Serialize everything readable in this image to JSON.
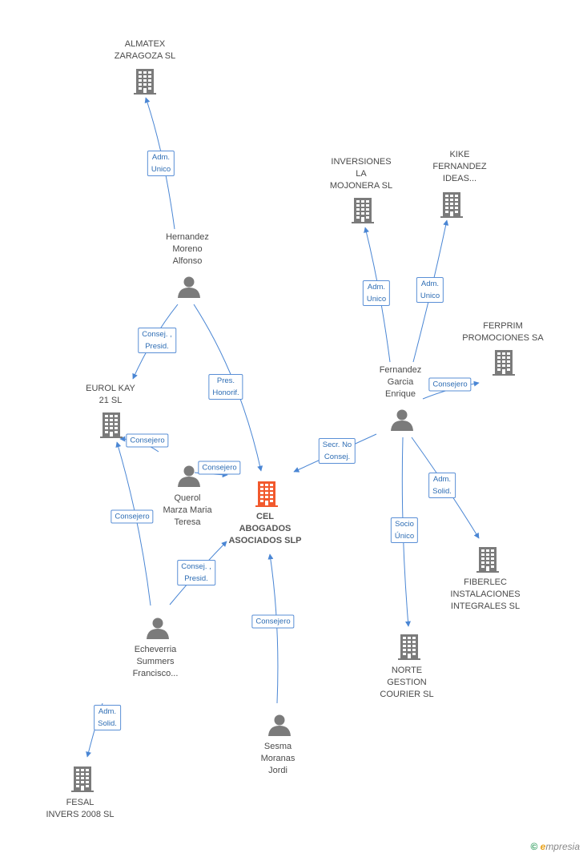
{
  "colors": {
    "edge": "#4a86d4",
    "node": "#7b7b7b",
    "main": "#f2592d"
  },
  "nodes": [
    {
      "id": "almatex",
      "type": "company",
      "label": "ALMATEX\nZARAGOZA  SL"
    },
    {
      "id": "hernandez",
      "type": "person",
      "label": "Hernandez\nMoreno\nAlfonso"
    },
    {
      "id": "inversiones",
      "type": "company",
      "label": "INVERSIONES\nLA\nMOJONERA  SL"
    },
    {
      "id": "kike",
      "type": "company",
      "label": "KIKE\nFERNANDEZ\nIDEAS..."
    },
    {
      "id": "ferprim",
      "type": "company",
      "label": "FERPRIM\nPROMOCIONES SA"
    },
    {
      "id": "fernandez",
      "type": "person",
      "label": "Fernandez\nGarcia\nEnrique"
    },
    {
      "id": "eurol",
      "type": "company",
      "label": "EUROL KAY\n21 SL"
    },
    {
      "id": "querol",
      "type": "person",
      "label": "Querol\nMarza Maria\nTeresa"
    },
    {
      "id": "cel",
      "type": "main",
      "label": "CEL\nABOGADOS\nASOCIADOS SLP"
    },
    {
      "id": "fiberlec",
      "type": "company",
      "label": "FIBERLEC\nINSTALACIONES\nINTEGRALES  SL"
    },
    {
      "id": "echeverria",
      "type": "person",
      "label": "Echeverria\nSummers\nFrancisco..."
    },
    {
      "id": "norte",
      "type": "company",
      "label": "NORTE\nGESTION\nCOURIER SL"
    },
    {
      "id": "sesma",
      "type": "person",
      "label": "Sesma\nMoranas\nJordi"
    },
    {
      "id": "fesal",
      "type": "company",
      "label": "FESAL\nINVERS 2008 SL"
    }
  ],
  "edges": [
    {
      "from": "hernandez",
      "to": "almatex",
      "label": "Adm.\nUnico"
    },
    {
      "from": "hernandez",
      "to": "eurol",
      "label": "Consej. ,\nPresid."
    },
    {
      "from": "hernandez",
      "to": "cel",
      "label": "Pres.\nHonorif."
    },
    {
      "from": "fernandez",
      "to": "inversiones",
      "label": "Adm.\nUnico"
    },
    {
      "from": "fernandez",
      "to": "kike",
      "label": "Adm.\nUnico"
    },
    {
      "from": "fernandez",
      "to": "ferprim",
      "label": "Consejero"
    },
    {
      "from": "fernandez",
      "to": "cel",
      "label": "Secr.  No\nConsej."
    },
    {
      "from": "fernandez",
      "to": "fiberlec",
      "label": "Adm.\nSolid."
    },
    {
      "from": "fernandez",
      "to": "norte",
      "label": "Socio\nÚnico"
    },
    {
      "from": "querol",
      "to": "eurol",
      "label": "Consejero"
    },
    {
      "from": "querol",
      "to": "cel",
      "label": "Consejero"
    },
    {
      "from": "echeverria",
      "to": "eurol",
      "label": "Consejero"
    },
    {
      "from": "echeverria",
      "to": "cel",
      "label": "Consej. ,\nPresid."
    },
    {
      "from": "echeverria",
      "to": "fesal",
      "label": "Adm.\nSolid."
    },
    {
      "from": "sesma",
      "to": "cel",
      "label": "Consejero"
    }
  ],
  "brand": {
    "symbol": "©",
    "initial": "e",
    "rest": "mpresia"
  }
}
